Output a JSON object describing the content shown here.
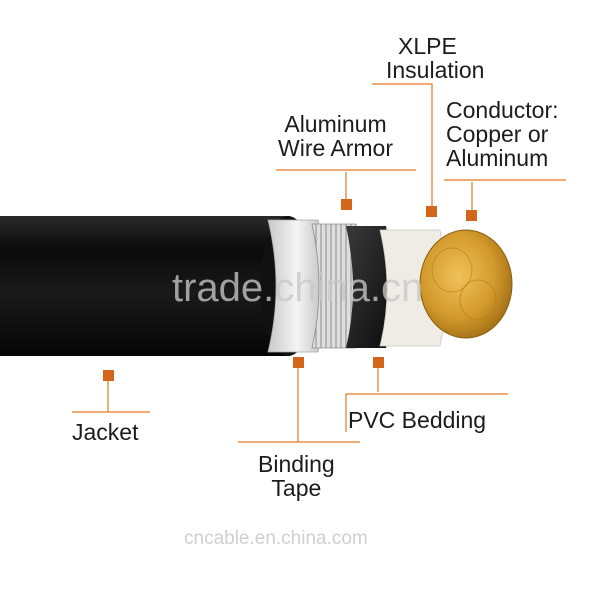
{
  "labels": {
    "xlpe": [
      "XLPE",
      "Insulation"
    ],
    "conductor": [
      "Conductor:",
      "Copper or",
      "Aluminum"
    ],
    "armor": [
      "Aluminum",
      "Wire Armor"
    ],
    "jacket": "Jacket",
    "pvc": "PVC Bedding",
    "binding": [
      "Binding",
      "Tape"
    ]
  },
  "watermarks": {
    "center": "trade.china.cn",
    "footer": "cncable.en.china.com"
  },
  "colors": {
    "leader": "#e87722",
    "marker": "#d4661b",
    "jacket": "#141414",
    "copper": "#d49a2a"
  }
}
